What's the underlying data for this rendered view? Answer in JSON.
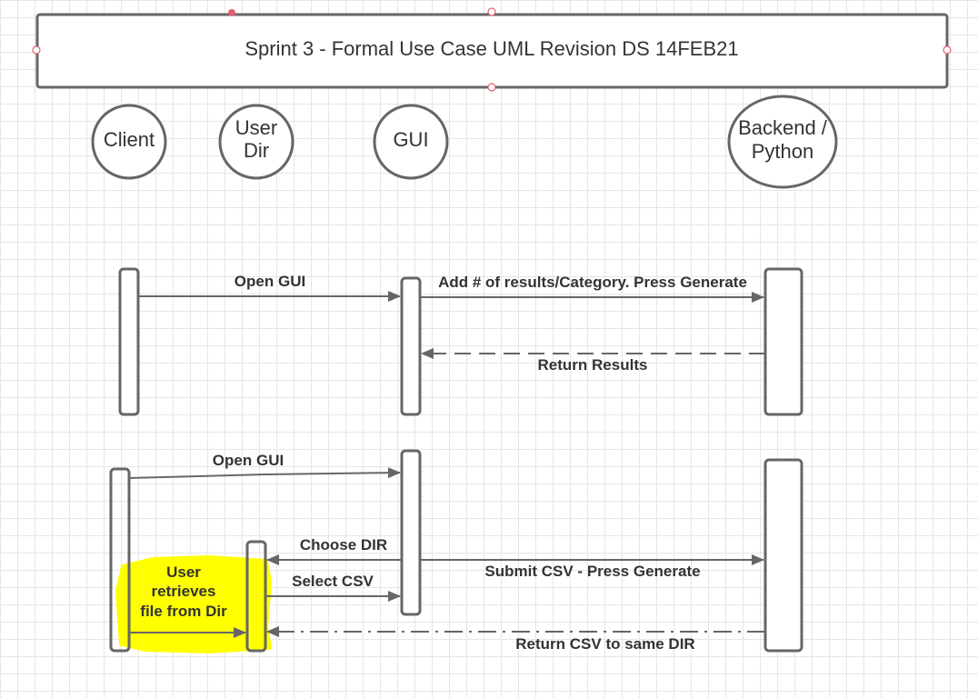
{
  "title": "Sprint 3 - Formal Use Case UML  Revision DS 14FEB21",
  "actors": {
    "client": [
      "Client"
    ],
    "user_dir": [
      "User",
      "Dir"
    ],
    "gui": [
      "GUI"
    ],
    "backend": [
      "Backend /",
      "Python"
    ]
  },
  "messages": {
    "open_gui_1": "Open GUI",
    "add_results": "Add # of results/Category. Press Generate",
    "return_results": "Return Results",
    "open_gui_2": "Open GUI",
    "choose_dir": "Choose DIR",
    "submit_csv": "Submit CSV - Press Generate",
    "select_csv": "Select CSV",
    "return_csv": "Return CSV to same DIR"
  },
  "highlight_note": [
    "User",
    "retrieves",
    "file from Dir"
  ],
  "colors": {
    "line": "#666666",
    "text": "#333333",
    "highlight": "#ffff00",
    "selection_handle": "#e06070",
    "grid": "#e6e6e6"
  }
}
